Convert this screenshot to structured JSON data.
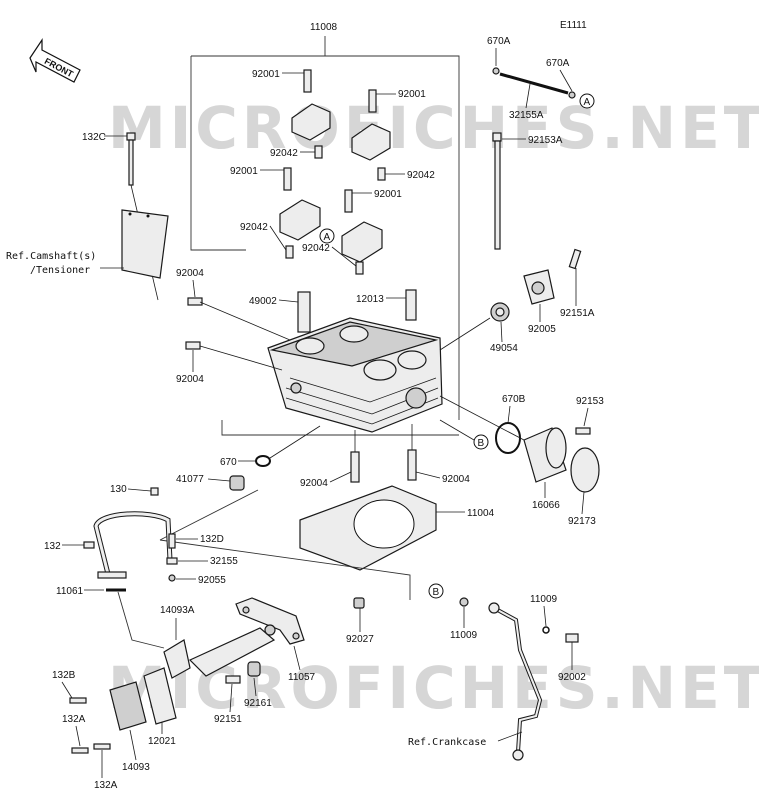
{
  "diagram_code": "E1111",
  "orientation_label": "FRONT",
  "watermark_text": "MICROFICHES.NET",
  "callout_a": "A",
  "callout_b": "B",
  "references": {
    "camshaft": "Ref.Camshaft(s)",
    "tensioner": "/Tensioner",
    "crankcase": "Ref.Crankcase"
  },
  "part_labels": {
    "p11008": "11008",
    "p670A_1": "670A",
    "p670A_2": "670A",
    "p32155A": "32155A",
    "p92001_1": "92001",
    "p92001_2": "92001",
    "p92001_3": "92001",
    "p92001_4": "92001",
    "p92042_1": "92042",
    "p92042_2": "92042",
    "p92042_3": "92042",
    "p92042_4": "92042",
    "p132C": "132C",
    "p92153A": "92153A",
    "p92004_1": "92004",
    "p92004_2": "92004",
    "p92004_3": "92004",
    "p92004_4": "92004",
    "p49002": "49002",
    "p12013": "12013",
    "p92151A": "92151A",
    "p92005": "92005",
    "p49054": "49054",
    "p670B": "670B",
    "p92153": "92153",
    "p670": "670",
    "p41077": "41077",
    "p16066": "16066",
    "p92173": "92173",
    "p11004": "11004",
    "p130": "130",
    "p132D": "132D",
    "p132": "132",
    "p32155": "32155",
    "p92055": "92055",
    "p11061": "11061",
    "p14093A": "14093A",
    "p92027": "92027",
    "p11009_1": "11009",
    "p11009_2": "11009",
    "p92002": "92002",
    "p11057": "11057",
    "p132B": "132B",
    "p132A_1": "132A",
    "p132A_2": "132A",
    "p92151": "92151",
    "p92161": "92161",
    "p12021": "12021",
    "p14093": "14093"
  }
}
